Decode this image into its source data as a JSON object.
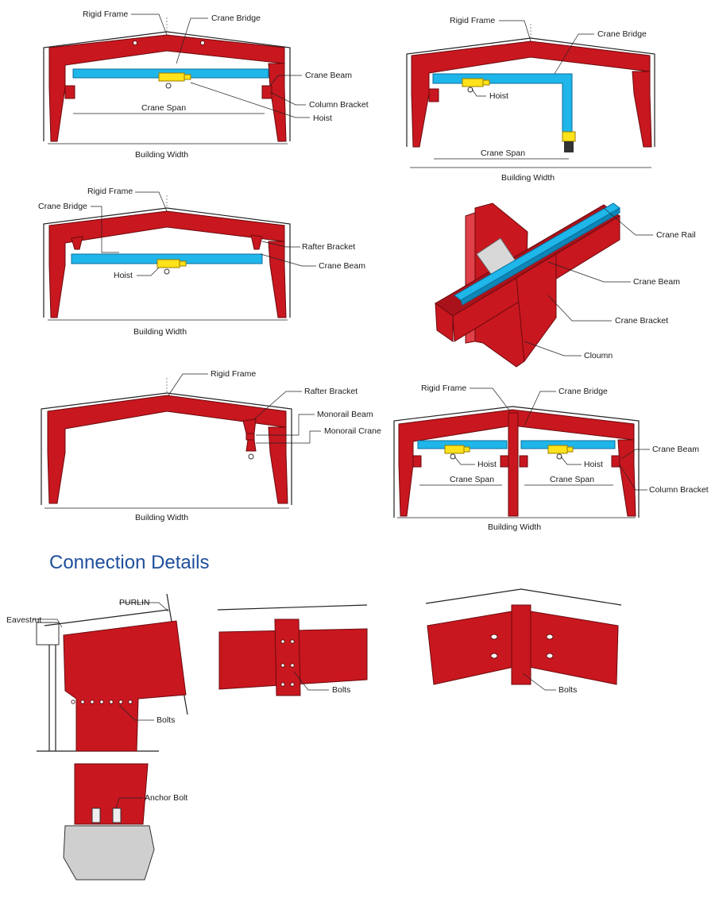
{
  "heading": "Connection Details",
  "diagram1": {
    "rigid_frame": "Rigid Frame",
    "crane_bridge": "Crane Bridge",
    "crane_beam": "Crane Beam",
    "column_bracket": "Column Bracket",
    "hoist": "Hoist",
    "crane_span": "Crane Span",
    "building_width": "Building Width"
  },
  "diagram2": {
    "rigid_frame": "Rigid Frame",
    "crane_bridge": "Crane Bridge",
    "hoist": "Hoist",
    "crane_span": "Crane Span",
    "building_width": "Building Width"
  },
  "diagram3": {
    "rigid_frame": "Rigid Frame",
    "crane_bridge": "Crane Bridge",
    "rafter_bracket": "Rafter Bracket",
    "crane_beam": "Crane Beam",
    "hoist": "Hoist",
    "building_width": "Building Width"
  },
  "diagram4": {
    "crane_rail": "Crane Rail",
    "crane_beam": "Crane Beam",
    "crane_bracket": "Crane Bracket",
    "column": "Cloumn"
  },
  "diagram5": {
    "rigid_frame": "Rigid Frame",
    "rafter_bracket": "Rafter Bracket",
    "monorail_beam": "Monorail Beam",
    "monorail_crane": "Monorail Crane",
    "building_width": "Building Width"
  },
  "diagram6": {
    "rigid_frame": "Rigid Frame",
    "crane_bridge": "Crane Bridge",
    "crane_beam": "Crane Beam",
    "hoist_left": "Hoist",
    "hoist_right": "Hoist",
    "crane_span_left": "Crane Span",
    "crane_span_right": "Crane Span",
    "column_bracket": "Column Bracket",
    "building_width": "Building Width"
  },
  "detail1": {
    "purlin": "PURLIN",
    "eavestrut": "Eavestrut",
    "bolts": "Bolts",
    "anchor_bolt": "Anchor Bolt"
  },
  "detail2": {
    "bolts": "Bolts"
  },
  "detail3": {
    "bolts": "Bolts"
  }
}
